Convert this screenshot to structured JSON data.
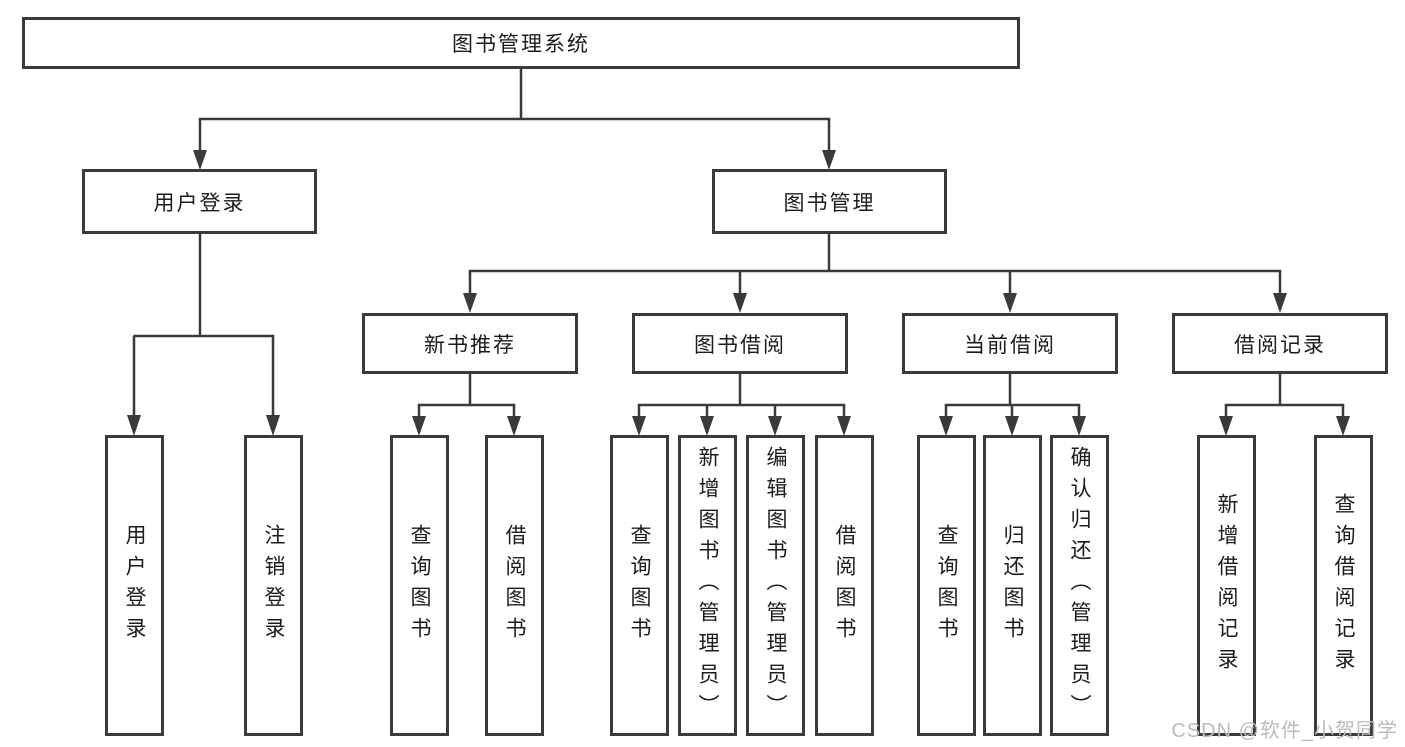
{
  "diagram": {
    "root": {
      "label": "图书管理系统"
    },
    "branches": [
      {
        "label": "用户登录",
        "children": [
          {
            "label": "用户登录"
          },
          {
            "label": "注销登录"
          }
        ]
      },
      {
        "label": "图书管理",
        "children": [
          {
            "label": "新书推荐",
            "children": [
              {
                "label": "查询图书"
              },
              {
                "label": "借阅图书"
              }
            ]
          },
          {
            "label": "图书借阅",
            "children": [
              {
                "label": "查询图书"
              },
              {
                "label": "新增图书（管理员）"
              },
              {
                "label": "编辑图书（管理员）"
              },
              {
                "label": "借阅图书"
              }
            ]
          },
          {
            "label": "当前借阅",
            "children": [
              {
                "label": "查询图书"
              },
              {
                "label": "归还图书"
              },
              {
                "label": "确认归还（管理员）"
              }
            ]
          },
          {
            "label": "借阅记录",
            "children": [
              {
                "label": "新增借阅记录"
              },
              {
                "label": "查询借阅记录"
              }
            ]
          }
        ]
      }
    ]
  },
  "watermark": {
    "text": "CSDN @软件_小贺同学"
  },
  "colors": {
    "line": "#3a3a3a",
    "text": "#1c1c1c",
    "watermark": "#bcbcbc",
    "background": "#ffffff"
  }
}
